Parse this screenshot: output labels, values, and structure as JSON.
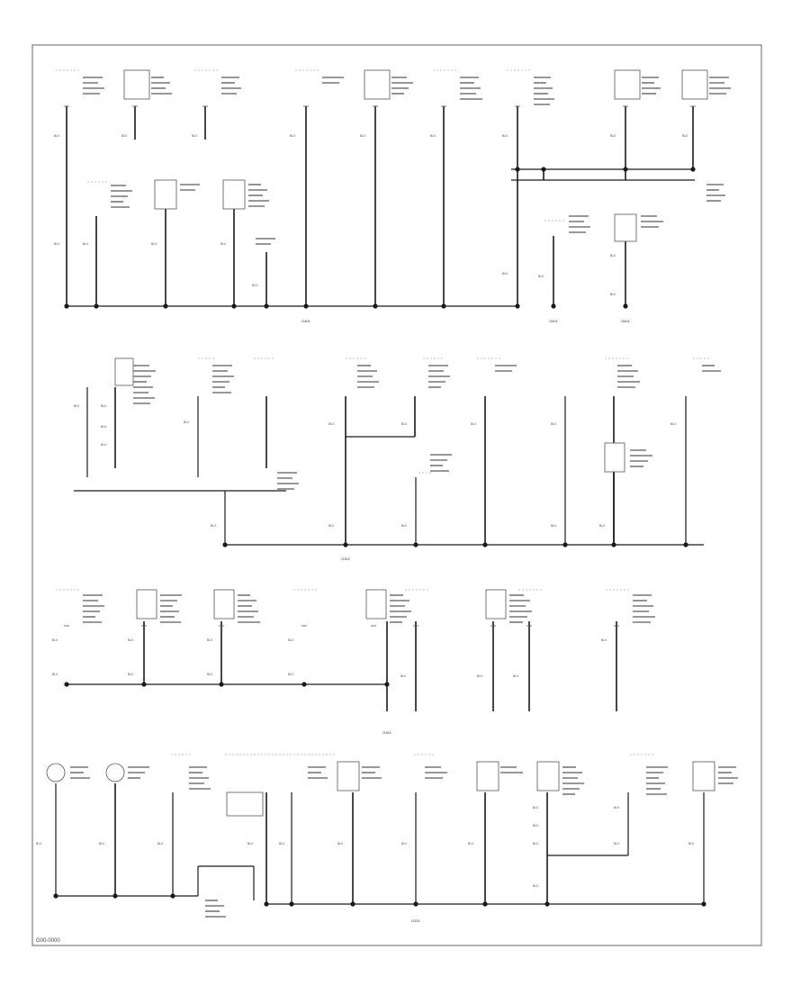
{
  "diagram": {
    "title": "",
    "footer_code": "G00-0000",
    "ground_labels": [
      "G401",
      "G501",
      "G601",
      "G302",
      "G451",
      "G201"
    ],
    "wire_color": "BLK",
    "notes": [
      "BODY",
      "GROUND",
      "FROM",
      "CONNECTOR"
    ]
  },
  "colors": {
    "line": "#1a1a1a",
    "text": "#333333",
    "frame": "#555555",
    "bg": "#ffffff"
  }
}
